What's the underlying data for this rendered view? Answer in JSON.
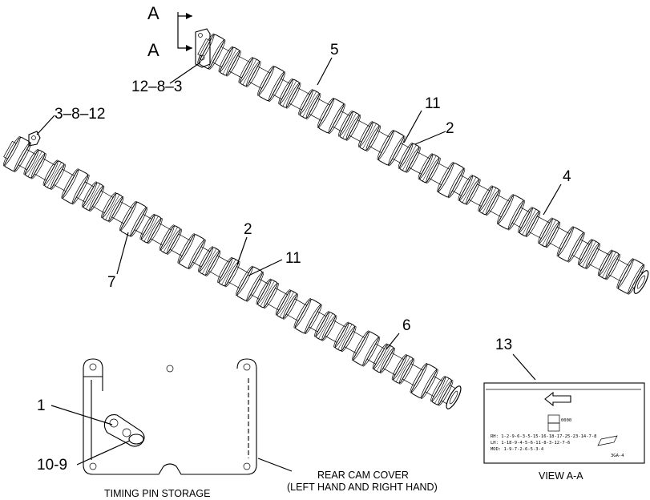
{
  "view_markers": {
    "upper": "A",
    "lower": "A"
  },
  "callouts": {
    "c_12_8_3": "12–8–3",
    "c_3_8_12": "3–8–12",
    "c_5": "5",
    "c_11_upper": "11",
    "c_2_upper": "2",
    "c_4": "4",
    "c_7": "7",
    "c_2_lower": "2",
    "c_11_lower": "11",
    "c_6": "6",
    "c_13": "13",
    "c_1": "1",
    "c_10_9": "10-9"
  },
  "captions": {
    "timing_pin_storage": "TIMING PIN STORAGE",
    "rear_cam_cover_line1": "REAR CAM COVER",
    "rear_cam_cover_line2": "(LEFT HAND AND RIGHT HAND)",
    "view_a_a": "VIEW A-A"
  },
  "decal": {
    "line1": "RH: 1-2-9-6-3-5-15-16-18-17-25-23-14-7-8",
    "line2": "LH: 1-18-9-4-5-6-11-8-3-12-7-6",
    "line3": "MOD: 1-9-7-2-6-5-3-4",
    "code": "0000",
    "small_label": "3GA-4"
  }
}
